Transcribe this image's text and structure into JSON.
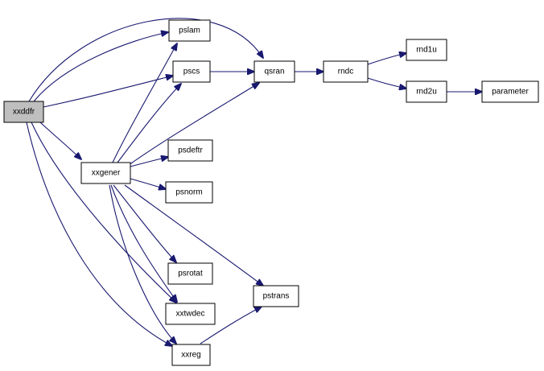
{
  "graph": {
    "nodes": {
      "xxddfr": "xxddfr",
      "pslam": "pslam",
      "pscs": "pscs",
      "qsran": "qsran",
      "rndc": "rndc",
      "rnd1u": "rnd1u",
      "rnd2u": "rnd2u",
      "parameter": "parameter",
      "xxgener": "xxgener",
      "psdeftr": "psdeftr",
      "psnorm": "psnorm",
      "psrotat": "psrotat",
      "xxtwdec": "xxtwdec",
      "pstrans": "pstrans",
      "xxreg": "xxreg"
    },
    "root": "xxddfr",
    "edges": [
      [
        "xxddfr",
        "qsran"
      ],
      [
        "xxddfr",
        "pslam"
      ],
      [
        "xxddfr",
        "pscs"
      ],
      [
        "xxddfr",
        "xxgener"
      ],
      [
        "xxddfr",
        "xxtwdec"
      ],
      [
        "xxddfr",
        "xxreg"
      ],
      [
        "pscs",
        "qsran"
      ],
      [
        "qsran",
        "rndc"
      ],
      [
        "rndc",
        "rnd1u"
      ],
      [
        "rndc",
        "rnd2u"
      ],
      [
        "rnd2u",
        "parameter"
      ],
      [
        "xxgener",
        "pslam"
      ],
      [
        "xxgener",
        "pscs"
      ],
      [
        "xxgener",
        "qsran"
      ],
      [
        "xxgener",
        "psdeftr"
      ],
      [
        "xxgener",
        "psnorm"
      ],
      [
        "xxgener",
        "psrotat"
      ],
      [
        "xxgener",
        "xxtwdec"
      ],
      [
        "xxgener",
        "pstrans"
      ],
      [
        "xxgener",
        "xxreg"
      ],
      [
        "xxreg",
        "pstrans"
      ]
    ],
    "colors": {
      "edge": "#191970",
      "root_fill": "#bfbfbf",
      "node_fill": "#ffffff",
      "border": "#000000"
    }
  }
}
